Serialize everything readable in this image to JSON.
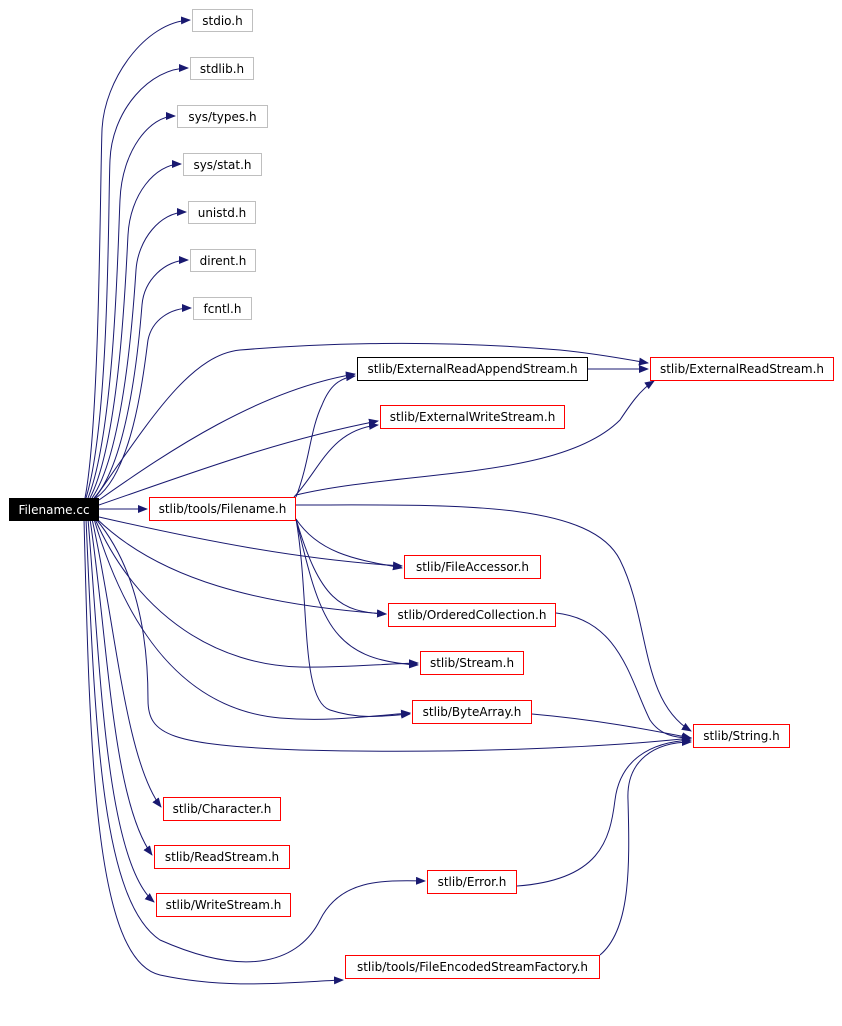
{
  "diagram": {
    "edge_color": "#191970",
    "nodes": [
      {
        "id": "filename_cc",
        "label": "Filename.cc",
        "style": "root"
      },
      {
        "id": "stdio",
        "label": "stdio.h",
        "style": "gray"
      },
      {
        "id": "stdlib",
        "label": "stdlib.h",
        "style": "gray"
      },
      {
        "id": "sys_types",
        "label": "sys/types.h",
        "style": "gray"
      },
      {
        "id": "sys_stat",
        "label": "sys/stat.h",
        "style": "gray"
      },
      {
        "id": "unistd",
        "label": "unistd.h",
        "style": "gray"
      },
      {
        "id": "dirent",
        "label": "dirent.h",
        "style": "gray"
      },
      {
        "id": "fcntl",
        "label": "fcntl.h",
        "style": "gray"
      },
      {
        "id": "ext_read_append",
        "label": "stlib/ExternalReadAppendStream.h",
        "style": "black"
      },
      {
        "id": "ext_read",
        "label": "stlib/ExternalReadStream.h",
        "style": "red"
      },
      {
        "id": "ext_write",
        "label": "stlib/ExternalWriteStream.h",
        "style": "red"
      },
      {
        "id": "tools_filename",
        "label": "stlib/tools/Filename.h",
        "style": "red"
      },
      {
        "id": "file_accessor",
        "label": "stlib/FileAccessor.h",
        "style": "red"
      },
      {
        "id": "ordered_collection",
        "label": "stlib/OrderedCollection.h",
        "style": "red"
      },
      {
        "id": "stream",
        "label": "stlib/Stream.h",
        "style": "red"
      },
      {
        "id": "byte_array",
        "label": "stlib/ByteArray.h",
        "style": "red"
      },
      {
        "id": "string",
        "label": "stlib/String.h",
        "style": "red"
      },
      {
        "id": "character",
        "label": "stlib/Character.h",
        "style": "red"
      },
      {
        "id": "read_stream",
        "label": "stlib/ReadStream.h",
        "style": "red"
      },
      {
        "id": "write_stream",
        "label": "stlib/WriteStream.h",
        "style": "red"
      },
      {
        "id": "error",
        "label": "stlib/Error.h",
        "style": "red"
      },
      {
        "id": "file_encoded_factory",
        "label": "stlib/tools/FileEncodedStreamFactory.h",
        "style": "red"
      }
    ],
    "edges": [
      [
        "filename_cc",
        "stdio"
      ],
      [
        "filename_cc",
        "stdlib"
      ],
      [
        "filename_cc",
        "sys_types"
      ],
      [
        "filename_cc",
        "sys_stat"
      ],
      [
        "filename_cc",
        "unistd"
      ],
      [
        "filename_cc",
        "dirent"
      ],
      [
        "filename_cc",
        "fcntl"
      ],
      [
        "filename_cc",
        "ext_read_append"
      ],
      [
        "filename_cc",
        "ext_read"
      ],
      [
        "filename_cc",
        "ext_write"
      ],
      [
        "filename_cc",
        "tools_filename"
      ],
      [
        "filename_cc",
        "file_accessor"
      ],
      [
        "filename_cc",
        "ordered_collection"
      ],
      [
        "filename_cc",
        "stream"
      ],
      [
        "filename_cc",
        "byte_array"
      ],
      [
        "filename_cc",
        "string"
      ],
      [
        "filename_cc",
        "character"
      ],
      [
        "filename_cc",
        "read_stream"
      ],
      [
        "filename_cc",
        "write_stream"
      ],
      [
        "filename_cc",
        "error"
      ],
      [
        "filename_cc",
        "file_encoded_factory"
      ],
      [
        "ext_read_append",
        "ext_read"
      ],
      [
        "tools_filename",
        "ext_read_append"
      ],
      [
        "tools_filename",
        "ext_read"
      ],
      [
        "tools_filename",
        "ext_write"
      ],
      [
        "tools_filename",
        "file_accessor"
      ],
      [
        "tools_filename",
        "ordered_collection"
      ],
      [
        "tools_filename",
        "stream"
      ],
      [
        "tools_filename",
        "byte_array"
      ],
      [
        "tools_filename",
        "string"
      ],
      [
        "ordered_collection",
        "string"
      ],
      [
        "byte_array",
        "string"
      ],
      [
        "error",
        "string"
      ],
      [
        "file_encoded_factory",
        "string"
      ]
    ]
  }
}
